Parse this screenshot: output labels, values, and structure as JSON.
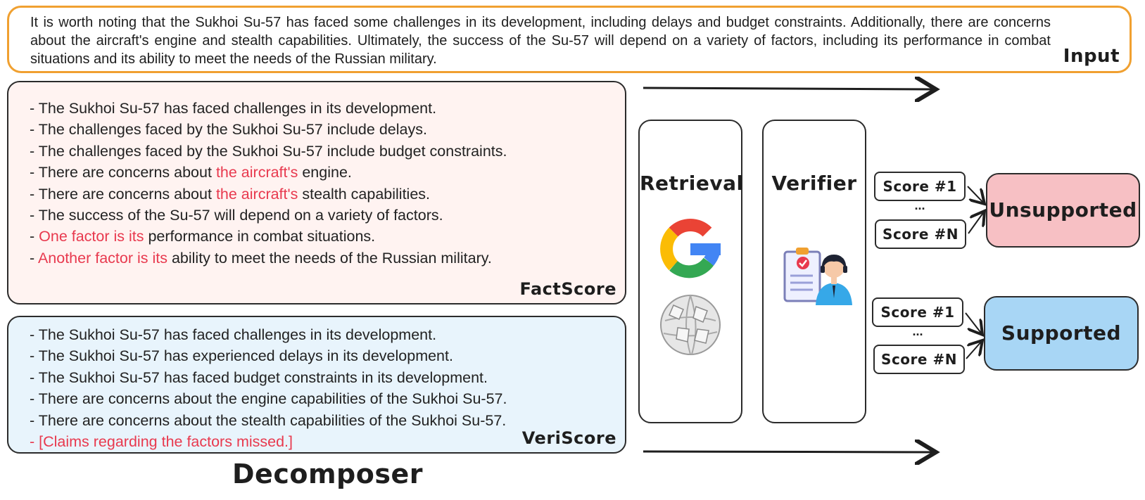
{
  "input": {
    "text": "It is worth noting that the Sukhoi Su-57 has faced some challenges in its development, including delays and budget constraints. Additionally, there are concerns about the aircraft's engine and stealth capabilities. Ultimately, the success of the Su-57 will depend on a variety of factors, including its performance in combat situations and its ability to meet the needs of the Russian military.",
    "label": "Input"
  },
  "factscore": {
    "label": "FactScore",
    "claims": [
      {
        "red": "",
        "text": "The Sukhoi Su-57 has faced challenges in its development.",
        "rest": ""
      },
      {
        "red": "",
        "text": "The challenges faced by the Sukhoi Su-57 include delays.",
        "rest": ""
      },
      {
        "red": "",
        "text": "The challenges faced by the Sukhoi Su-57 include budget constraints.",
        "rest": ""
      },
      {
        "pre": "There are concerns about ",
        "red": "the aircraft's",
        "rest": " engine."
      },
      {
        "pre": "There are concerns about ",
        "red": "the aircraft's",
        "rest": " stealth capabilities."
      },
      {
        "red": "",
        "text": "The success of the Su-57 will depend on a variety of factors.",
        "rest": ""
      },
      {
        "pre": "",
        "red": "One factor is its",
        "rest": " performance in combat situations."
      },
      {
        "pre": "",
        "red": "Another factor is its",
        "rest": " ability to meet the needs of the Russian military."
      }
    ]
  },
  "veriscore": {
    "label": "VeriScore",
    "claims": [
      {
        "text": "The Sukhoi Su-57 has faced challenges in its development."
      },
      {
        "text": "The Sukhoi Su-57 has experienced delays in its development."
      },
      {
        "text": "The Sukhoi Su-57 has faced budget constraints in its development."
      },
      {
        "text": "There are concerns about the engine capabilities of the Sukhoi Su-57."
      },
      {
        "text": "There are concerns about the stealth capabilities of the Sukhoi Su-57."
      }
    ],
    "missed_claim": "- [Claims regarding the factors missed.]"
  },
  "decomposer_label": "Decomposer",
  "retrieval": {
    "label": "Retrieval",
    "icons": [
      "google-logo-icon",
      "wikipedia-globe-icon"
    ]
  },
  "verifier": {
    "label": "Verifier",
    "icons": [
      "verifier-person-icon"
    ]
  },
  "scores_top": {
    "first": "Score #1",
    "dots": "...",
    "last": "Score #N"
  },
  "scores_bottom": {
    "first": "Score #1",
    "dots": "...",
    "last": "Score #N"
  },
  "results": {
    "unsupported": "Unsupported",
    "supported": "Supported"
  },
  "colors": {
    "input_border": "#f0a030",
    "factscore_bg": "#fff3f1",
    "veriscore_bg": "#e8f4fc",
    "highlight": "#e8394e",
    "unsupported": "#f7c0c4",
    "supported": "#a8d6f5"
  }
}
